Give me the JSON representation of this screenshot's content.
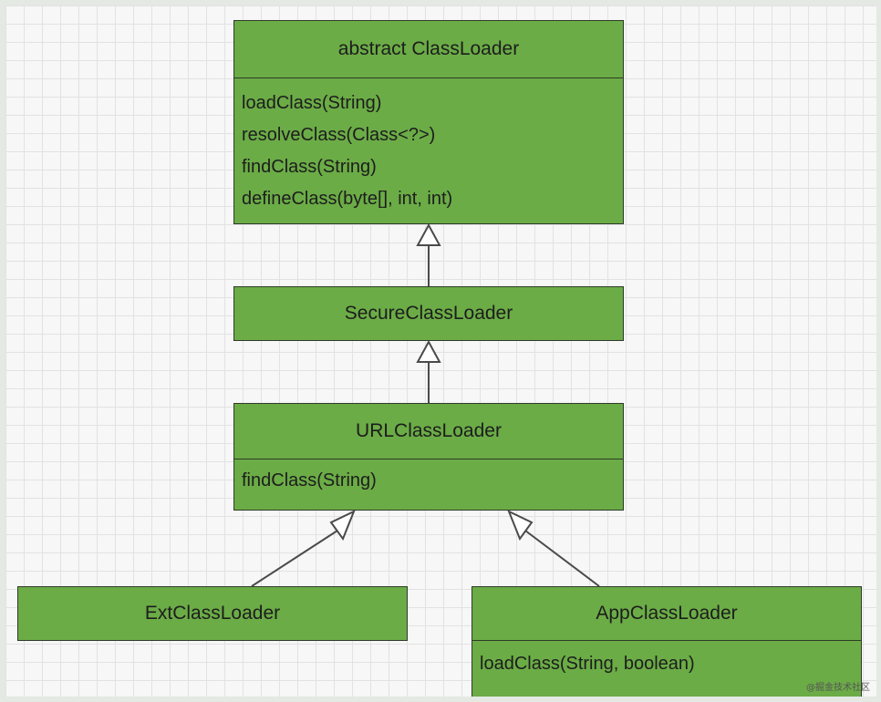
{
  "diagram": {
    "classes": {
      "classloader": {
        "name": "abstract ClassLoader",
        "operations": [
          "loadClass(String)",
          "resolveClass(Class<?>)",
          "findClass(String)",
          "defineClass(byte[], int, int)"
        ]
      },
      "secure": {
        "name": "SecureClassLoader"
      },
      "url": {
        "name": "URLClassLoader",
        "operations": [
          "findClass(String)"
        ]
      },
      "ext": {
        "name": "ExtClassLoader"
      },
      "app": {
        "name": "AppClassLoader",
        "operations": [
          "loadClass(String, boolean)"
        ]
      }
    },
    "relations": [
      {
        "from": "secure",
        "to": "classloader",
        "type": "inheritance"
      },
      {
        "from": "url",
        "to": "secure",
        "type": "inheritance"
      },
      {
        "from": "ext",
        "to": "url",
        "type": "inheritance"
      },
      {
        "from": "app",
        "to": "url",
        "type": "inheritance"
      }
    ]
  },
  "watermark": "@掘金技术社区",
  "colors": {
    "box_fill": "#6bac46",
    "box_border": "#2f3b2a",
    "grid_line": "#e2e2e2"
  }
}
